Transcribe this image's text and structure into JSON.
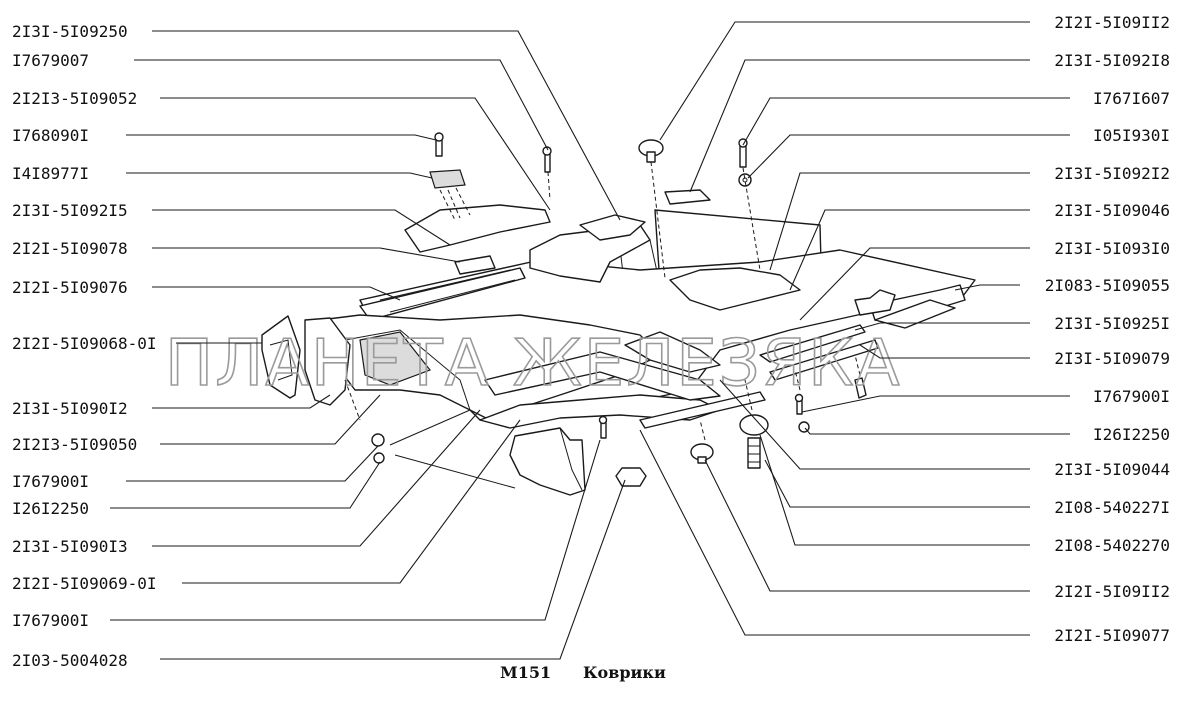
{
  "labels_left": [
    "2I3I-5I09250",
    "I7679007",
    "2I2I3-5I09052",
    "I768090I",
    "I4I8977I",
    "2I3I-5I092I5",
    "2I2I-5I09078",
    "2I2I-5I09076",
    "2I2I-5I09068-0I",
    "2I3I-5I090I2",
    "2I2I3-5I09050",
    "I767900I",
    "I26I2250",
    "2I3I-5I090I3",
    "2I2I-5I09069-0I",
    "I767900I",
    "2I03-5004028"
  ],
  "labels_right": [
    "2I2I-5I09II2",
    "2I3I-5I092I8",
    "I767I607",
    "I05I930I",
    "2I3I-5I092I2",
    "2I3I-5I09046",
    "2I3I-5I093I0",
    "2I083-5I09055",
    "2I3I-5I0925I",
    "2I3I-5I09079",
    "I767900I",
    "I26I2250",
    "2I3I-5I09044",
    "2I08-540227I",
    "2I08-5402270",
    "2I2I-5I09II2",
    "2I2I-5I09077"
  ],
  "caption": {
    "code": "M151",
    "title": "Коврики"
  },
  "watermark": "ПЛАНЕТА ЖЕЛЕЗЯКА"
}
